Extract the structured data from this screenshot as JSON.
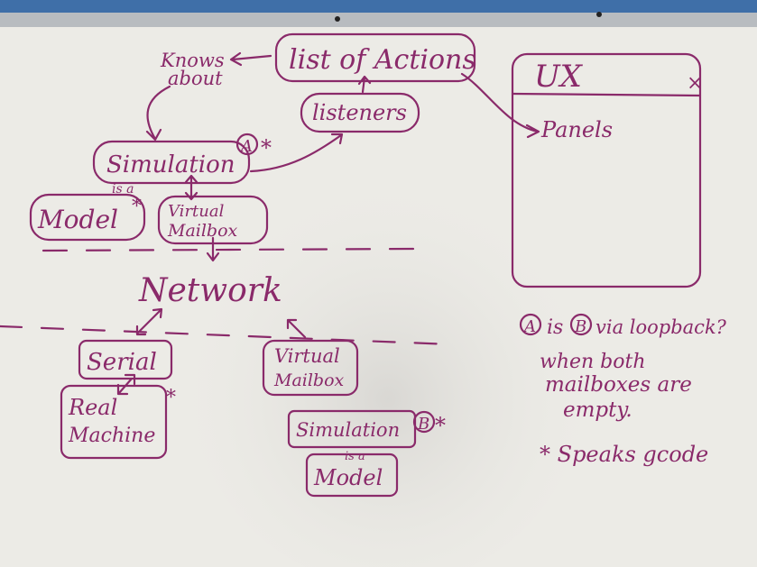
{
  "board": {
    "wall_color": "#3f6fa8",
    "board_color": "#ecebe6",
    "frame_color": "#b8bcc0",
    "ink_color": "#8a2a6a"
  },
  "labels": {
    "list_of_actions": "list of Actions",
    "knows": "Knows",
    "about": "about",
    "listeners": "listeners",
    "simulation_top": "Simulation",
    "marker_a_top": "A",
    "star": "*",
    "isa_top": "is a",
    "model_top": "Model",
    "virtual_top": "Virtual",
    "mailbox_top": "Mailbox",
    "ux": "UX",
    "close_x": "×",
    "panels": "Panels",
    "network": "Network",
    "serial": "Serial",
    "real": "Real",
    "machine": "Machine",
    "virtual_bottom": "Virtual",
    "mailbox_bottom": "Mailbox",
    "simulation_bottom": "Simulation",
    "marker_b_bottom": "B",
    "isa_bottom": "is a",
    "model_bottom": "Model",
    "note_a": "A",
    "note_is": "is",
    "note_b": "B",
    "note_line1_rest": "via loopback?",
    "note_line2": "when both",
    "note_line3": "mailboxes are",
    "note_line4": "empty.",
    "note_line5": "* Speaks gcode"
  }
}
